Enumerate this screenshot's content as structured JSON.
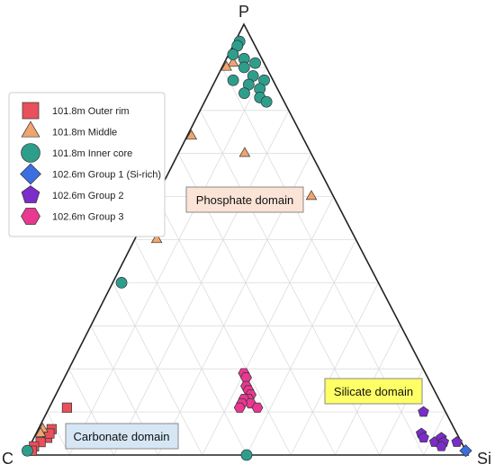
{
  "chart_data": {
    "type": "scatter",
    "subtype": "ternary",
    "vertices": {
      "top": "P",
      "left": "C",
      "right": "Si"
    },
    "grid": true,
    "legend_placement": "top-left",
    "coordinates_order": [
      "P",
      "C",
      "Si"
    ],
    "series": [
      {
        "name": "101.8m Outer rim",
        "marker": "square",
        "color": "#e8505b",
        "points": [
          [
            0.11,
            0.85,
            0.04
          ],
          [
            0.06,
            0.91,
            0.03
          ],
          [
            0.04,
            0.93,
            0.03
          ],
          [
            0.03,
            0.95,
            0.02
          ],
          [
            0.05,
            0.92,
            0.03
          ],
          [
            0.02,
            0.97,
            0.01
          ],
          [
            0.01,
            0.98,
            0.01
          ]
        ]
      },
      {
        "name": "101.8m Middle",
        "marker": "triangle",
        "color": "#f0a46e",
        "points": [
          [
            0.91,
            0.07,
            0.02
          ],
          [
            0.93,
            0.06,
            0.01
          ],
          [
            0.9,
            0.09,
            0.01
          ],
          [
            0.74,
            0.25,
            0.01
          ],
          [
            0.7,
            0.15,
            0.15
          ],
          [
            0.6,
            0.05,
            0.35
          ],
          [
            0.5,
            0.45,
            0.05
          ],
          [
            0.06,
            0.93,
            0.01
          ],
          [
            0.05,
            0.94,
            0.01
          ]
        ]
      },
      {
        "name": "101.8m Inner core",
        "marker": "circle",
        "color": "#2e9e8c",
        "points": [
          [
            0.96,
            0.03,
            0.01
          ],
          [
            0.95,
            0.04,
            0.01
          ],
          [
            0.93,
            0.06,
            0.01
          ],
          [
            0.92,
            0.04,
            0.04
          ],
          [
            0.91,
            0.02,
            0.07
          ],
          [
            0.9,
            0.05,
            0.05
          ],
          [
            0.88,
            0.04,
            0.08
          ],
          [
            0.87,
            0.02,
            0.11
          ],
          [
            0.87,
            0.09,
            0.04
          ],
          [
            0.86,
            0.06,
            0.08
          ],
          [
            0.85,
            0.04,
            0.11
          ],
          [
            0.84,
            0.08,
            0.08
          ],
          [
            0.83,
            0.05,
            0.12
          ],
          [
            0.82,
            0.04,
            0.14
          ],
          [
            0.4,
            0.58,
            0.02
          ],
          [
            0.0,
            0.5,
            0.5
          ],
          [
            0.01,
            0.99,
            0.0
          ]
        ]
      },
      {
        "name": "102.6m Group 1 (Si-rich)",
        "marker": "diamond",
        "color": "#3b6fe0",
        "points": [
          [
            0.01,
            0.0,
            0.99
          ]
        ]
      },
      {
        "name": "102.6m Group 2",
        "marker": "pentagon",
        "color": "#7b2cc9",
        "points": [
          [
            0.1,
            0.05,
            0.85
          ],
          [
            0.05,
            0.08,
            0.87
          ],
          [
            0.04,
            0.08,
            0.88
          ],
          [
            0.03,
            0.06,
            0.91
          ],
          [
            0.04,
            0.04,
            0.92
          ],
          [
            0.03,
            0.04,
            0.93
          ],
          [
            0.02,
            0.05,
            0.93
          ],
          [
            0.03,
            0.01,
            0.96
          ]
        ]
      },
      {
        "name": "102.6m Group 3",
        "marker": "hexagon",
        "color": "#e8388f",
        "points": [
          [
            0.19,
            0.41,
            0.4
          ],
          [
            0.18,
            0.41,
            0.41
          ],
          [
            0.16,
            0.42,
            0.42
          ],
          [
            0.15,
            0.42,
            0.43
          ],
          [
            0.14,
            0.42,
            0.44
          ],
          [
            0.13,
            0.43,
            0.44
          ],
          [
            0.13,
            0.44,
            0.43
          ],
          [
            0.12,
            0.43,
            0.45
          ],
          [
            0.11,
            0.42,
            0.47
          ],
          [
            0.12,
            0.45,
            0.43
          ],
          [
            0.11,
            0.46,
            0.43
          ]
        ]
      }
    ],
    "annotations": [
      {
        "text": "Phosphate domain",
        "fill": "#fbe3d6",
        "stroke": "#8a8a8a"
      },
      {
        "text": "Silicate domain",
        "fill": "#ffff66",
        "stroke": "#8a8a8a"
      },
      {
        "text": "Carbonate domain",
        "fill": "#d6e6f5",
        "stroke": "#8a8a8a"
      }
    ]
  }
}
